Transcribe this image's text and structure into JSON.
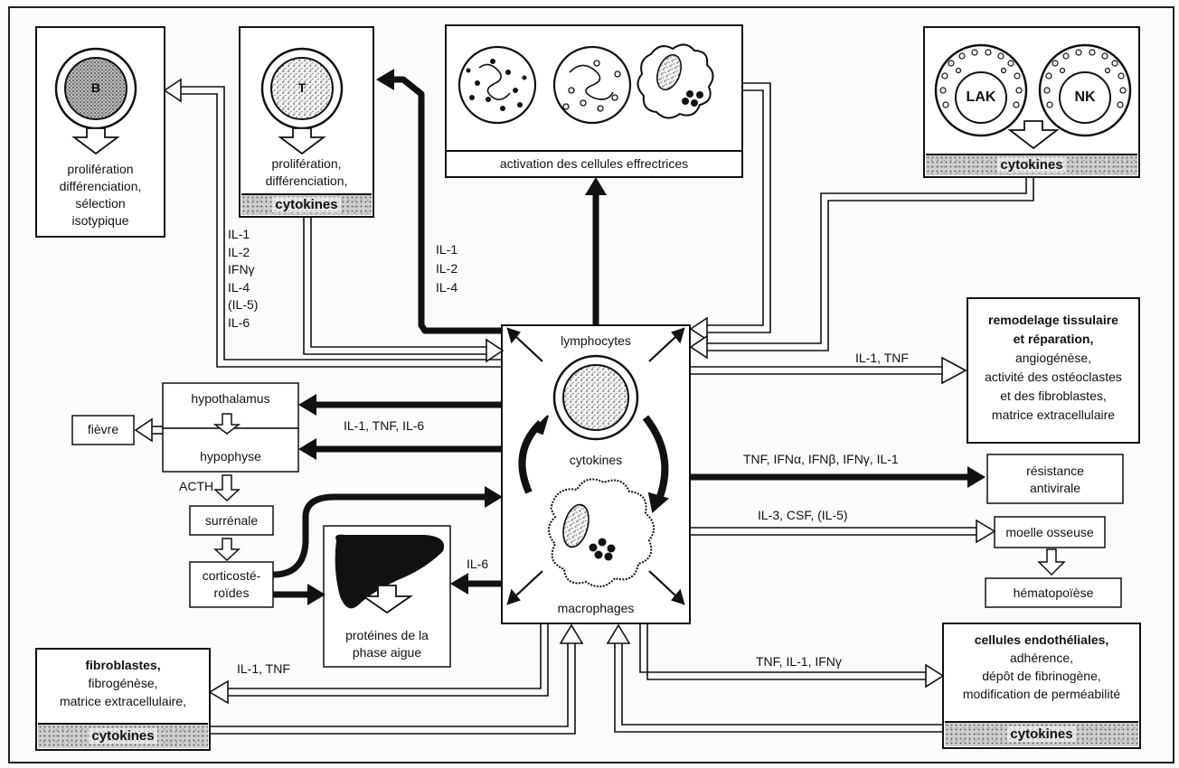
{
  "cells": {
    "b_letter": "B",
    "t_letter": "T",
    "lak_letter": "LAK",
    "nk_letter": "NK"
  },
  "boxes": {
    "b_cell": {
      "lines": [
        "prolifération",
        "différenciation,",
        "sélection",
        "isotypique"
      ]
    },
    "t_cell": {
      "lines": [
        "prolifération,",
        "différenciation,"
      ],
      "strip": "cytokines"
    },
    "effector": {
      "caption": "activation des cellules effrectrices"
    },
    "lak_nk": {
      "strip": "cytokines"
    },
    "center": {
      "top": "lymphocytes",
      "middle": "cytokines",
      "bottom": "macrophages"
    },
    "hypothalamus": "hypothalamus",
    "hypophyse": "hypophyse",
    "fievre": "fièvre",
    "surrenale": "surrénale",
    "corticosteroides": [
      "corticosté-",
      "roïdes"
    ],
    "liver": [
      "protéines de la",
      "phase aigue"
    ],
    "remodelage": {
      "title": [
        "remodelage tissulaire",
        "et réparation,"
      ],
      "lines": [
        "angiogénèse,",
        "activité des ostéoclastes",
        "et des fibroblastes,",
        "matrice extracellulaire"
      ]
    },
    "antiviral": [
      "résistance",
      "antivirale"
    ],
    "moelle": "moelle osseuse",
    "hemato": "hématopoïèse",
    "fibroblastes": {
      "title": "fibroblastes",
      "lines": [
        "fibrogénèse,",
        "matrice extracellulaire,"
      ],
      "strip": "cytokines"
    },
    "endotheliales": {
      "title": "cellules endothéliales",
      "lines": [
        "adhérence,",
        "dépôt de fibrinogène,",
        "modification de perméabilité"
      ],
      "strip": "cytokines"
    }
  },
  "labels": {
    "left_list": [
      "IL-1",
      "IL-2",
      "IFNγ",
      "IL-4",
      "(IL-5)",
      "IL-6"
    ],
    "mid_list": [
      "IL-1",
      "IL-2",
      "IL-4"
    ],
    "acth": "ACTH",
    "il1_tnf_il6": "IL-1, TNF, IL-6",
    "il6": "IL-6",
    "il1_tnf_right": "IL-1, TNF",
    "antiviral_arrow": "TNF, IFNα, IFNβ, IFNγ, IL-1",
    "moelle_arrow": "IL-3, CSF, (IL-5)",
    "endo_arrow": "TNF, IL-1, IFNγ",
    "fibro_arrow": "IL-1, TNF"
  }
}
